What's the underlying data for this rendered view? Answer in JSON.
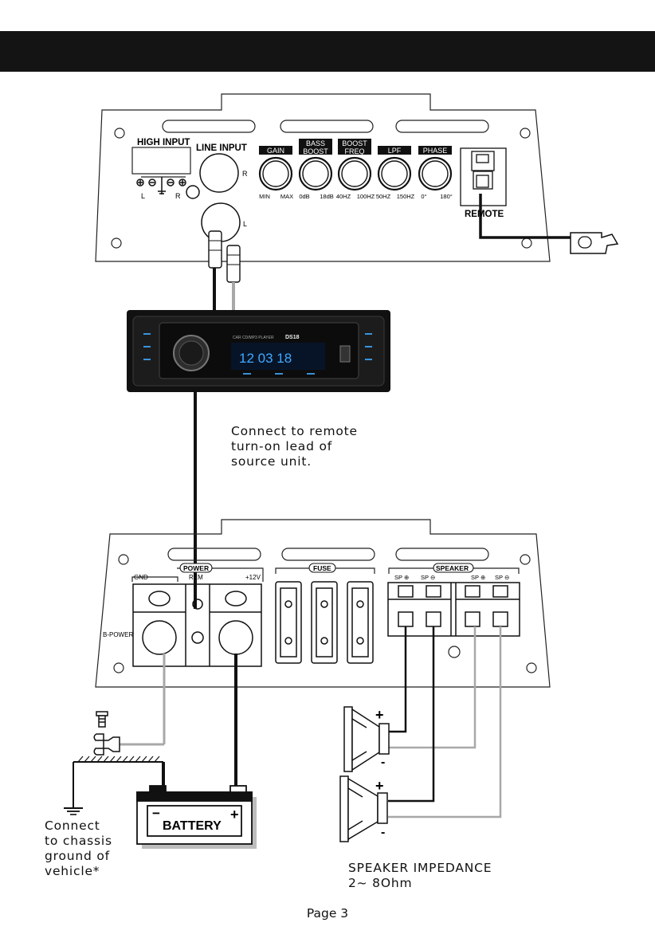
{
  "header": {
    "title": ""
  },
  "amp_top": {
    "high_input_label": "HIGH INPUT",
    "high_input_pins": {
      "left": "L",
      "right": "R"
    },
    "line_input_label": "LINE INPUT",
    "line_input_r": "R",
    "line_input_l": "L",
    "controls": [
      {
        "label": "GAIN",
        "min": "MIN",
        "max": "MAX"
      },
      {
        "label": "BASS\nBOOST",
        "min": "0dB",
        "max": "18dB"
      },
      {
        "label": "BOOST\nFREQ",
        "min": "40HZ",
        "max": "100HZ"
      },
      {
        "label": "LPF",
        "min": "50HZ",
        "max": "150HZ"
      },
      {
        "label": "PHASE",
        "min": "0°",
        "max": "180°"
      }
    ],
    "remote_label": "REMOTE"
  },
  "head_unit": {
    "model_text": "CAR CD/MP3 PLAYER",
    "brand": "DS18",
    "display": "12 03 18"
  },
  "remote_caption": "Connect to remote\nturn-on lead of\nsource unit.",
  "amp_bottom": {
    "power_label": "POWER",
    "gnd_label": "GND",
    "rem_label": "REM",
    "plus12_label": "+12V",
    "bpower_label": "B-POWER",
    "fuse_label": "FUSE",
    "speaker_label": "SPEAKER",
    "sp_terminals": [
      "SP ⊕",
      "SP ⊖",
      "SP ⊕",
      "SP ⊖"
    ]
  },
  "battery": {
    "label": "BATTERY",
    "minus": "−",
    "plus": "+"
  },
  "ground_caption": "Connect\n to chassis\nground of\nvehicle*",
  "speaker_caption": "SPEAKER IMPEDANCE\n2~ 8Ohm",
  "speakers": {
    "plus": "+",
    "minus": "-"
  },
  "footer": {
    "page": "Page 3"
  },
  "colors": {
    "header_bar": "#141414",
    "ink": "#111111",
    "grey_wire": "#a8a8a8",
    "display_blue": "#3fa9ff"
  }
}
